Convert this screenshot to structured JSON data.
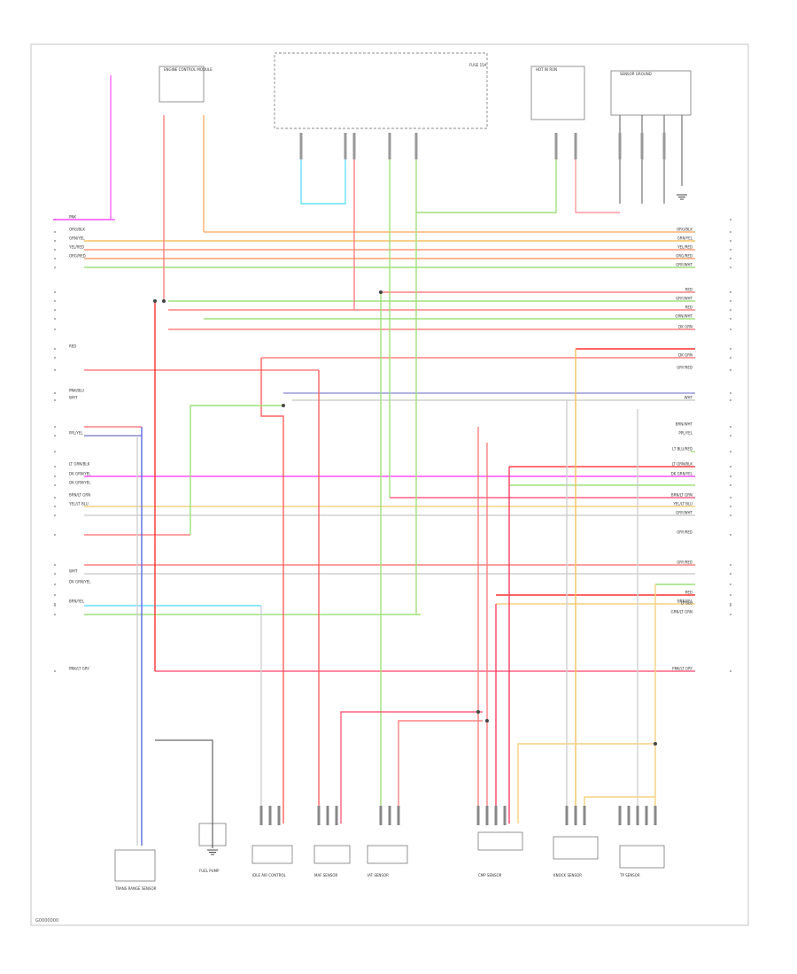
{
  "footer": {
    "code": "G0000000"
  },
  "wires": [
    {
      "id": "w1",
      "left": "PNK",
      "right": "",
      "color": "#ff66ff"
    },
    {
      "id": "w2",
      "left": "ORG/BLK",
      "right": "ORG/BLK",
      "color": "#ffb070"
    },
    {
      "id": "w3",
      "left": "GRN/YEL",
      "right": "GRN/YEL",
      "color": "#f5c060"
    },
    {
      "id": "w4",
      "left": "YEL/RED",
      "right": "YEL/RED",
      "color": "#ff9a7a"
    },
    {
      "id": "w5",
      "left": "ORG/RED",
      "right": "ORG/RED",
      "color": "#ff9f6a"
    },
    {
      "id": "w6",
      "left": "",
      "right": "GRY/WHT",
      "color": "#9fe07a"
    },
    {
      "id": "w7",
      "left": "",
      "right": "RED",
      "color": "#ff8080"
    },
    {
      "id": "w8",
      "left": "",
      "right": "GRY/WHT",
      "color": "#9fe07a"
    },
    {
      "id": "w9",
      "left": "",
      "right": "RED",
      "color": "#ff8080"
    },
    {
      "id": "w10",
      "left": "",
      "right": "GRN/WHT",
      "color": "#9fe07a"
    },
    {
      "id": "w11",
      "left": "",
      "right": "DK GRN",
      "color": "#ff8080"
    },
    {
      "id": "w12",
      "left": "RED",
      "right": "",
      "color": "#ff3030"
    },
    {
      "id": "w13",
      "left": "",
      "right": "DK GRN",
      "color": "#ff8080"
    },
    {
      "id": "w14",
      "left": "",
      "right": "GRY/RED",
      "color": "#ff8080"
    },
    {
      "id": "w15",
      "left": "PNK/BLU",
      "right": "",
      "color": "#9a9ad8"
    },
    {
      "id": "w16",
      "left": "WHT",
      "right": "WHT",
      "color": "#d0d0d0"
    },
    {
      "id": "w17",
      "left": "",
      "right": "BRN/WHT",
      "color": "#ff8080"
    },
    {
      "id": "w18",
      "left": "PPL/YEL",
      "right": "PPL/YEL",
      "color": "#8a8ad0"
    },
    {
      "id": "w19",
      "left": "",
      "right": "LT BLU/RED",
      "color": "#9fe07a"
    },
    {
      "id": "w20",
      "left": "LT GRN/BLK",
      "right": "LT GRN/BLK",
      "color": "#ff4040"
    },
    {
      "id": "w21",
      "left": "DK GRN/YEL",
      "right": "DK GRN/YEL",
      "color": "#ff50ff"
    },
    {
      "id": "w22",
      "left": "DK GRN/YEL",
      "right": "",
      "color": "#9fe07a"
    },
    {
      "id": "w23",
      "left": "BRN/LT GRN",
      "right": "BRN/LT GRN",
      "color": "#ff6080"
    },
    {
      "id": "w24",
      "left": "YEL/LT BLU",
      "right": "YEL/LT BLU",
      "color": "#f5d080"
    },
    {
      "id": "w25",
      "left": "",
      "right": "GRY/WHT",
      "color": "#d0d0d0"
    },
    {
      "id": "w26",
      "left": "",
      "right": "GRY/RED",
      "color": "#ff8080"
    },
    {
      "id": "w27",
      "left": "",
      "right": "GRY/RED",
      "color": "#ff8080"
    },
    {
      "id": "w28",
      "left": "WHT",
      "right": "",
      "color": "#d0d0d0"
    },
    {
      "id": "w29",
      "left": "DK GRN/YEL",
      "right": "",
      "color": "#9fe07a"
    },
    {
      "id": "w30",
      "left": "",
      "right": "RED",
      "color": "#ff3030"
    },
    {
      "id": "w31",
      "left": "BRN/YEL",
      "right": "BRN/YEL",
      "color": "#f5d080"
    },
    {
      "id": "w32",
      "left": "",
      "right": "LT BLU",
      "color": "#66e0ff"
    },
    {
      "id": "w33",
      "left": "",
      "right": "GRN/LT GRN",
      "color": "#9fe07a"
    },
    {
      "id": "w34",
      "left": "PNK/LT GRY",
      "right": "PNK/LT GRY",
      "color": "#ff6080"
    }
  ],
  "components": [
    {
      "id": "c1",
      "label": "ENGINE CONTROL MODULE"
    },
    {
      "id": "c2",
      "label": "FUSE 15A"
    },
    {
      "id": "c3",
      "label": "HOT IN RUN"
    },
    {
      "id": "c4",
      "label": "SENSOR GROUND"
    },
    {
      "id": "c5",
      "label": "TRANS RANGE SENSOR"
    },
    {
      "id": "c6",
      "label": "FUEL PUMP"
    },
    {
      "id": "c7",
      "label": "IDLE AIR CONTROL"
    },
    {
      "id": "c8",
      "label": "MAF SENSOR"
    },
    {
      "id": "c9",
      "label": "IAT SENSOR"
    },
    {
      "id": "c10",
      "label": "CMP SENSOR"
    },
    {
      "id": "c11",
      "label": "KNOCK SENSOR"
    },
    {
      "id": "c12",
      "label": "TP SENSOR"
    }
  ]
}
